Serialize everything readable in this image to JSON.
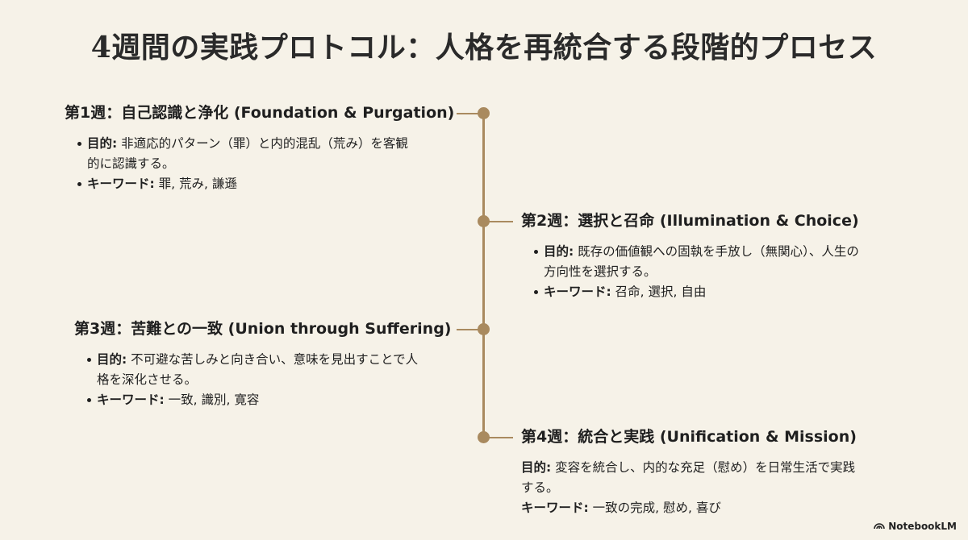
{
  "title": "4週間の実践プロトコル：人格を再統合する段階的プロセス",
  "weeks": [
    {
      "heading": "第1週：自己認識と浄化 (Foundation & Purgation)",
      "purpose_label": "目的:",
      "purpose_line1": "非適応的パターン（罪）と内的混乱（荒み）を客観",
      "purpose_line2": "的に認識する。",
      "keyword_label": "キーワード:",
      "keywords": "罪, 荒み, 謙遜"
    },
    {
      "heading": "第2週：選択と召命 (Illumination & Choice)",
      "purpose_label": "目的:",
      "purpose_line1": "既存の価値観への固執を手放し（無関心）、人生の",
      "purpose_line2": "方向性を選択する。",
      "keyword_label": "キーワード:",
      "keywords": "召命, 選択, 自由"
    },
    {
      "heading": "第3週：苦難との一致 (Union through Suffering)",
      "purpose_label": "目的:",
      "purpose_line1": "不可避な苦しみと向き合い、意味を見出すことで人",
      "purpose_line2": "格を深化させる。",
      "keyword_label": "キーワード:",
      "keywords": "一致, 識別, 寛容"
    },
    {
      "heading": "第4週：統合と実践 (Unification & Mission)",
      "purpose_label": "目的:",
      "purpose_line1": "変容を統合し、内的な充足（慰め）を日常生活で実践",
      "purpose_line2": "する。",
      "keyword_label": "キーワード:",
      "keywords": "一致の完成, 慰め, 喜び"
    }
  ],
  "brand": "NotebookLM",
  "colors": {
    "background": "#f6f2e8",
    "timeline": "#a98a5f",
    "text": "#1f1f1f"
  },
  "icons": {
    "brand": "notebooklm-logo-icon"
  }
}
